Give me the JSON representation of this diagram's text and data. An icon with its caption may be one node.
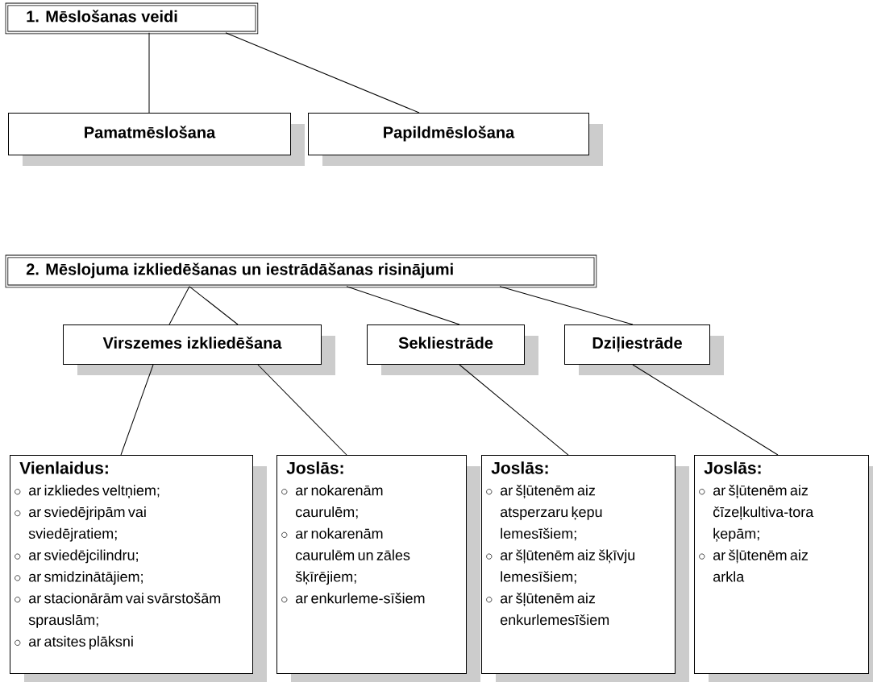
{
  "diagram": {
    "nodes": [
      {
        "text": [
          "1. Mēslošanas veidi"
        ]
      },
      {
        "text": [
          "Pamatmēslošana"
        ]
      },
      {
        "text": [
          "Papildmēslošana"
        ]
      },
      {
        "text": [
          "2. Mēslojuma izkliedēšanas un iestrādāšanas risinājumi"
        ]
      },
      {
        "text": [
          "Virszemes izkliedēšana"
        ]
      },
      {
        "text": [
          "Sekliestrāde"
        ]
      },
      {
        "text": [
          "Dziļiestrāde"
        ]
      },
      {
        "text": [
          "Vienlaidus:",
          "ar izkliedes veltņiem;",
          "ar sviedējripām vai sviedējratiem;",
          "ar sviedējcilindru;",
          "ar smidzinātājiem;",
          "ar stacionārām vai svārstošām sprauslām;",
          "ar atsites plāksni"
        ]
      },
      {
        "text": [
          "Joslās:",
          "ar nokarenām caurulēm;",
          "ar nokarenām caurulēm un zāles šķīrējiem;",
          "ar enkurleme-sīšiem"
        ]
      },
      {
        "text": [
          "Joslās:",
          "ar šļūtenēm aiz atsperzaru ķepu lemesīšiem;",
          "ar šļūtenēm aiz šķīvju lemesīšiem;",
          "ar šļūtenēm aiz enkurlemesīšiem"
        ]
      },
      {
        "text": [
          "Joslās:",
          "ar šļūtenēm aiz čīzeļkultiva-tora ķepām;",
          "ar šļūtenēm aiz arkla"
        ]
      }
    ],
    "edges": [
      {
        "from": 0,
        "to": 1,
        "arrow": "none"
      },
      {
        "from": 0,
        "to": 2,
        "arrow": "none"
      },
      {
        "from": 3,
        "to": 4,
        "arrow": "none"
      },
      {
        "from": 3,
        "to": 4,
        "arrow": "none"
      },
      {
        "from": 3,
        "to": 5,
        "arrow": "none"
      },
      {
        "from": 3,
        "to": 6,
        "arrow": "none"
      },
      {
        "from": 4,
        "to": 7,
        "arrow": "none"
      },
      {
        "from": 4,
        "to": 8,
        "arrow": "none"
      },
      {
        "from": 5,
        "to": 9,
        "arrow": "none"
      },
      {
        "from": 6,
        "to": 10,
        "arrow": "none"
      }
    ]
  }
}
